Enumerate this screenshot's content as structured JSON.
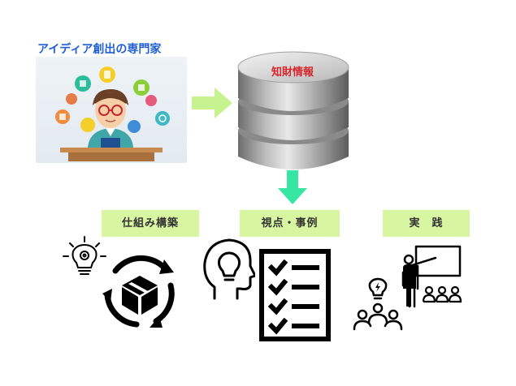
{
  "expert": {
    "title": "アイディア創出の専門家"
  },
  "database": {
    "label": "知財情報"
  },
  "outputs": [
    {
      "label": "仕組み構築"
    },
    {
      "label": "視点・事例"
    },
    {
      "label": "実　践"
    }
  ],
  "colors": {
    "expert_title": "#1f5fd6",
    "database_label": "#d8262c",
    "tag_background": "#d8f5a2",
    "arrow_right": "#c6f28f",
    "arrow_down": "#36e6a2",
    "icon": "#000000"
  },
  "icons": [
    "expert-with-idea-icons",
    "database-cylinder",
    "gear-lightbulb-icon",
    "cycle-box-icon",
    "head-lightbulb-icon",
    "checklist-icon",
    "lightbulb-group-icon",
    "presentation-audience-icon"
  ]
}
